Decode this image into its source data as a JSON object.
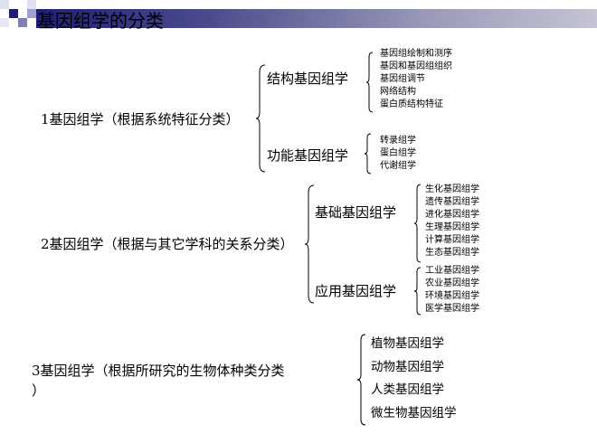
{
  "title": "基因组学的分类",
  "group1": {
    "label": "1基因组学（根据系统特征分类）",
    "sub": [
      {
        "label": "结构基因组学",
        "items": [
          "基因组绘制和测序",
          "基因和基因组组织",
          "基因组调节",
          "网络结构",
          "蛋白质结构特征"
        ]
      },
      {
        "label": "功能基因组学",
        "items": [
          "转录组学",
          "蛋白组学",
          "代谢组学"
        ]
      }
    ]
  },
  "group2": {
    "label": "2基因组学（根据与其它学科的关系分类）",
    "sub": [
      {
        "label": "基础基因组学",
        "items": [
          "生化基因组学",
          "遗传基因组学",
          "进化基因组学",
          "生理基因组学",
          "计算基因组学",
          "生态基因组学"
        ]
      },
      {
        "label": "应用基因组学",
        "items": [
          "工业基因组学",
          "农业基因组学",
          "环境基因组学",
          "医学基因组学"
        ]
      }
    ]
  },
  "group3": {
    "label_line1": "3基因组学（根据所研究的生物体种类分类",
    "label_line2": "）",
    "items": [
      "植物基因组学",
      "动物基因组学",
      "人类基因组学",
      "微生物基因组学"
    ]
  }
}
